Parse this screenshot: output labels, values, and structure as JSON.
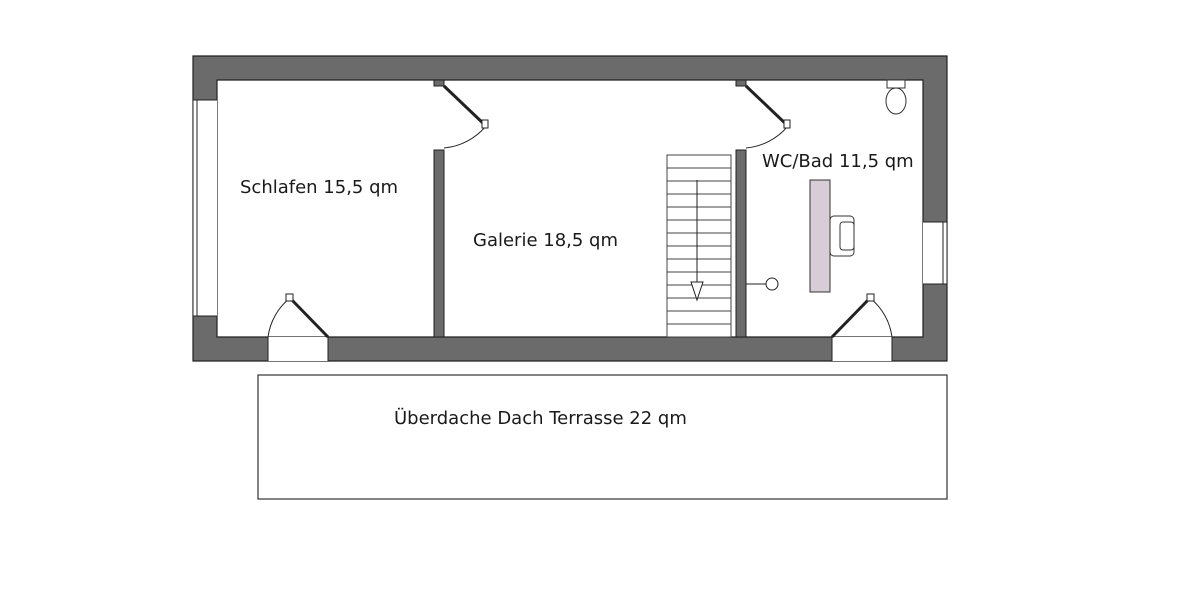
{
  "plan": {
    "rooms": {
      "schlafen": "Schlafen 15,5 qm",
      "galerie": "Galerie 18,5 qm",
      "bad": "WC/Bad 11,5 qm",
      "terrasse": "Überdache Dach Terrasse 22 qm"
    },
    "colors": {
      "wall": "#6b6b6b",
      "wall_outline": "#222222",
      "floor": "#ffffff",
      "vanity": "#d8cdd6",
      "line": "#333333"
    }
  }
}
